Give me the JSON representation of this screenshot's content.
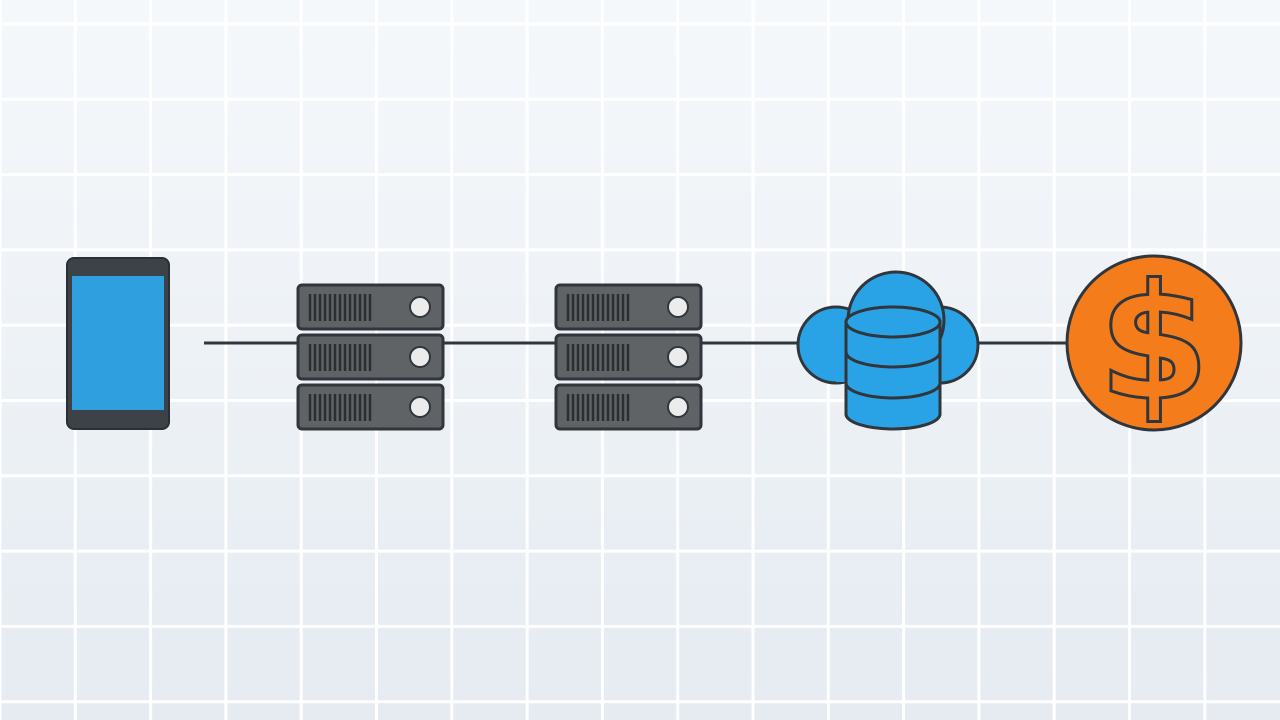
{
  "diagram": {
    "nodes": [
      {
        "id": "phone",
        "icon": "smartphone-icon"
      },
      {
        "id": "server-1",
        "icon": "server-rack-icon"
      },
      {
        "id": "server-2",
        "icon": "server-rack-icon"
      },
      {
        "id": "cloud-db",
        "icon": "cloud-database-icon"
      },
      {
        "id": "payment",
        "icon": "dollar-coin-icon"
      }
    ],
    "edges": [
      {
        "from": "phone",
        "to": "server-1"
      },
      {
        "from": "server-1",
        "to": "server-2"
      },
      {
        "from": "server-2",
        "to": "cloud-db"
      },
      {
        "from": "cloud-db",
        "to": "payment"
      }
    ],
    "symbols": {
      "currency": "$"
    }
  },
  "colors": {
    "background": "#eef2f6",
    "grid": "#ffffff",
    "outline": "#30363c",
    "screen_blue": "#2f9fe0",
    "server_gray": "#5f6366",
    "server_light": "#ececec",
    "db_blue": "#2aa3e6",
    "coin_orange": "#f47c1a"
  }
}
